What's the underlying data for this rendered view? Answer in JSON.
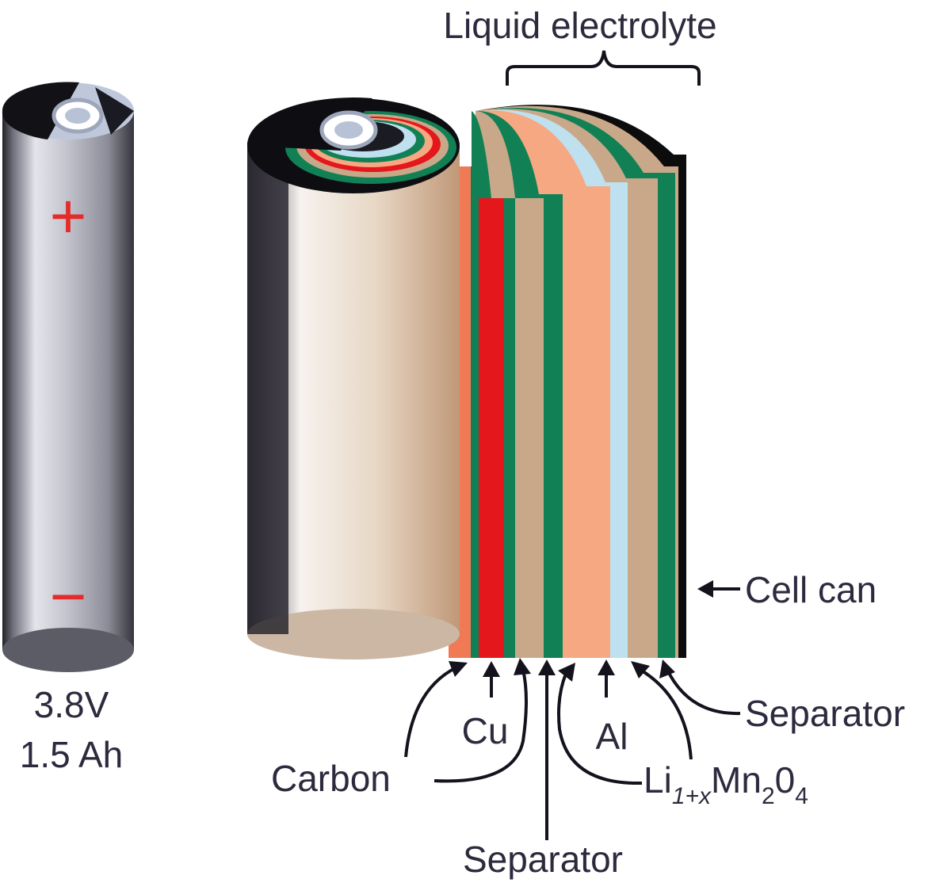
{
  "labels": {
    "electrolyte": "Liquid electrolyte",
    "cell_can": "Cell can",
    "separator_right": "Separator",
    "separator_bottom": "Separator",
    "cu": "Cu",
    "al": "Al",
    "carbon": "Carbon",
    "cathode_base": "Li",
    "cathode_sub1": "1+x",
    "cathode_mid": "Mn",
    "cathode_sub2": "2",
    "cathode_end": "0",
    "cathode_sub3": "4"
  },
  "battery": {
    "voltage": "3.8V",
    "capacity": "1.5 Ah",
    "plus_sign": "+",
    "minus_sign": "−"
  },
  "colors": {
    "copper_foil": "#e4171c",
    "carbon_anode": "#f07a55",
    "separator": "#c9a88a",
    "electrolyte_green": "#128055",
    "cathode": "#f5a882",
    "aluminum_foil": "#bfe0ef",
    "can": "#0c0c0c",
    "battery_body": "#bcbcc8"
  }
}
